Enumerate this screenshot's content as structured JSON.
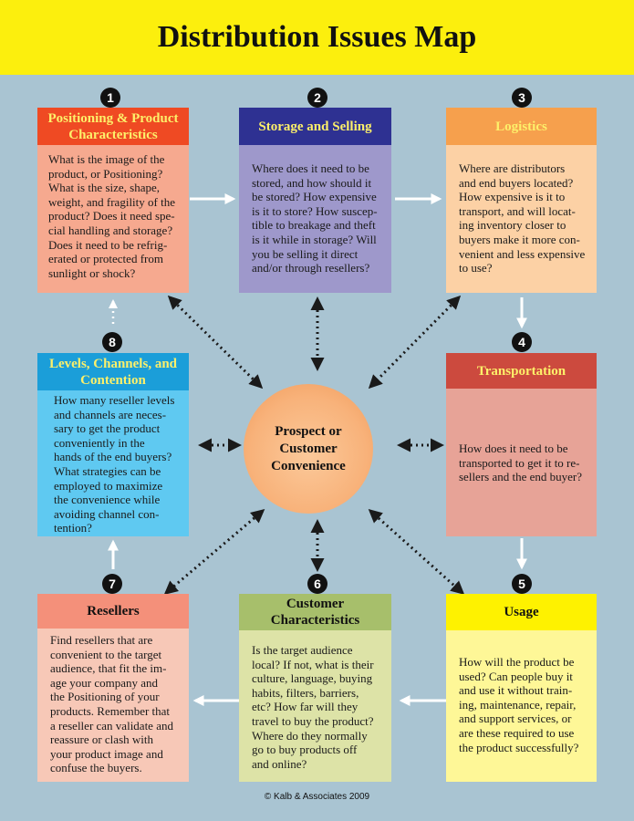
{
  "title": "Distribution Issues Map",
  "center": {
    "line1": "Prospect or",
    "line2": "Customer",
    "line3": "Convenience"
  },
  "boxes": {
    "b1": {
      "number": "1",
      "title_line1": "Positioning & Product",
      "title_line2": "Characteristics",
      "lines": [
        "What is the image of the",
        "product, or Positioning?",
        "What is the size, shape,",
        "weight, and fragility of the",
        "product? Does it need spe-",
        "cial handling and storage?",
        "Does it need to be refrig-",
        "erated or protected from",
        "sunlight or shock?"
      ]
    },
    "b2": {
      "number": "2",
      "title_line1": "Storage and Selling",
      "lines": [
        "Where does it need to be",
        "stored, and how should it",
        "be stored? How expensive",
        "is it to store? How suscep-",
        "tible to breakage and theft",
        "is it while in storage? Will",
        "you be selling it direct",
        "and/or through resellers?"
      ]
    },
    "b3": {
      "number": "3",
      "title_line1": "Logistics",
      "lines": [
        "Where are distributors",
        "and end buyers located?",
        "How expensive is it to",
        "transport, and will locat-",
        "ing inventory closer to",
        "buyers make it more con-",
        "venient and less expensive",
        "to use?"
      ]
    },
    "b4": {
      "number": "4",
      "title_line1": "Transportation",
      "lines": [
        "How does it need to be",
        "transported to get it to re-",
        "sellers and the end buyer?"
      ]
    },
    "b5": {
      "number": "5",
      "title_line1": "Usage",
      "lines": [
        "How will the product be",
        "used? Can people buy it",
        "and use it without train-",
        "ing, maintenance, repair,",
        "and support services, or",
        "are these required to use",
        "the product successfully?"
      ]
    },
    "b6": {
      "number": "6",
      "title_line1": "Customer",
      "title_line2": "Characteristics",
      "lines": [
        "Is the target audience",
        "local? If not, what is their",
        "culture, language, buying",
        "habits, filters, barriers,",
        "etc? How far will they",
        "travel to buy the product?",
        "Where do they normally",
        "go to buy products off",
        "and online?"
      ]
    },
    "b7": {
      "number": "7",
      "title_line1": "Resellers",
      "lines": [
        "Find resellers that are",
        "convenient to the target",
        "audience, that fit the im-",
        "age your company and",
        "the Positioning of your",
        "products. Remember that",
        "a reseller can validate and",
        "reassure or clash with",
        "your product image and",
        "confuse the buyers."
      ]
    },
    "b8": {
      "number": "8",
      "title_line1": "Levels, Channels, and",
      "title_line2": "Contention",
      "lines": [
        "How many reseller levels",
        "and channels are neces-",
        "sary to get the product",
        "conveniently in the",
        "hands of the end buyers?",
        "What strategies can be",
        "employed to maximize",
        "the convenience while",
        "avoiding channel con-",
        "tention?"
      ]
    }
  },
  "footer": "© Kalb & Associates 2009",
  "colors": {
    "background": "#a9c4d2",
    "title_bar": "#fcef0d",
    "b1_header": "#ef4a23",
    "b1_header_text": "#fdf06a",
    "b1_body": "#f6a98f",
    "b2_header": "#2e3192",
    "b2_body": "#9e98cb",
    "b3_header": "#f6a04d",
    "b3_body": "#fcd1a5",
    "b4_header": "#cc4a3e",
    "b4_body": "#e7a397",
    "b5_header": "#fef200",
    "b5_body": "#fef797",
    "b6_header": "#a7bf6b",
    "b6_body": "#dde3a7",
    "b7_header": "#f4907a",
    "b7_body": "#f7c8b7",
    "b8_header": "#1b9ed9",
    "b8_body": "#5fc9f1"
  }
}
